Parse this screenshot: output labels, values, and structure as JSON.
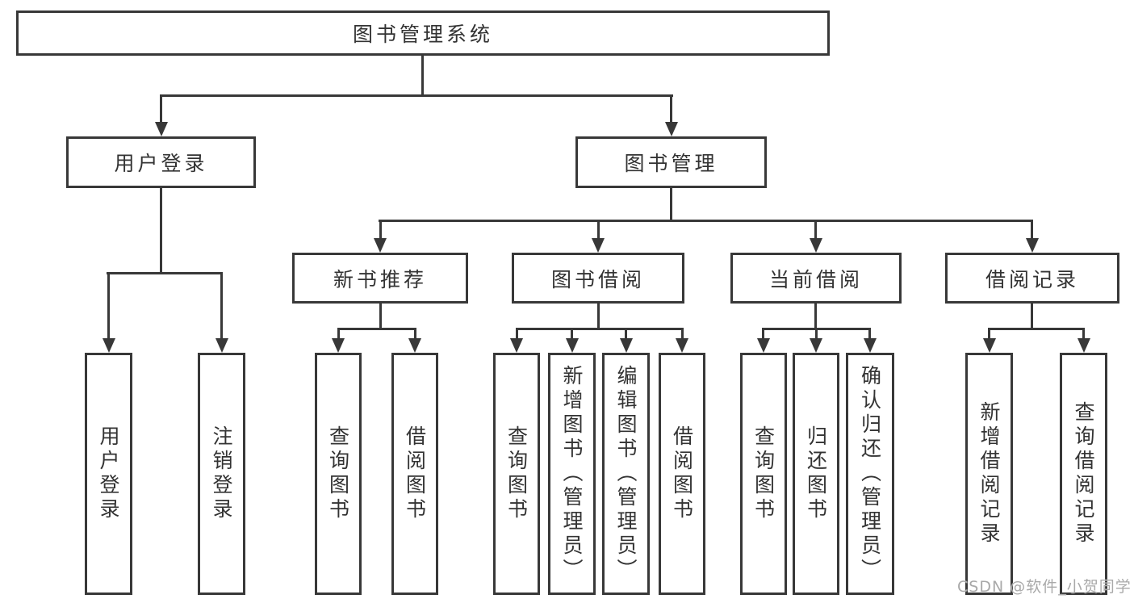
{
  "diagram": {
    "type": "hierarchy-tree",
    "root": {
      "label": "图书管理系统"
    },
    "branches": [
      {
        "label": "用户登录",
        "children": [
          {
            "label": "用户登录"
          },
          {
            "label": "注销登录"
          }
        ]
      },
      {
        "label": "图书管理",
        "children": [
          {
            "label": "新书推荐",
            "children": [
              {
                "label": "查询图书"
              },
              {
                "label": "借阅图书"
              }
            ]
          },
          {
            "label": "图书借阅",
            "children": [
              {
                "label": "查询图书"
              },
              {
                "label": "新增图书（管理员）"
              },
              {
                "label": "编辑图书（管理员）"
              },
              {
                "label": "借阅图书"
              }
            ]
          },
          {
            "label": "当前借阅",
            "children": [
              {
                "label": "查询图书"
              },
              {
                "label": "归还图书"
              },
              {
                "label": "确认归还（管理员）"
              }
            ]
          },
          {
            "label": "借阅记录",
            "children": [
              {
                "label": "新增借阅记录"
              },
              {
                "label": "查询借阅记录"
              }
            ]
          }
        ]
      }
    ],
    "watermark": "CSDN @软件_小贺同学",
    "colors": {
      "line": "#383838",
      "box_border": "#383838",
      "box_background": "#ffffff",
      "text": "#333333",
      "watermark": "#a9a9a9",
      "page_background": "#ffffff"
    }
  }
}
